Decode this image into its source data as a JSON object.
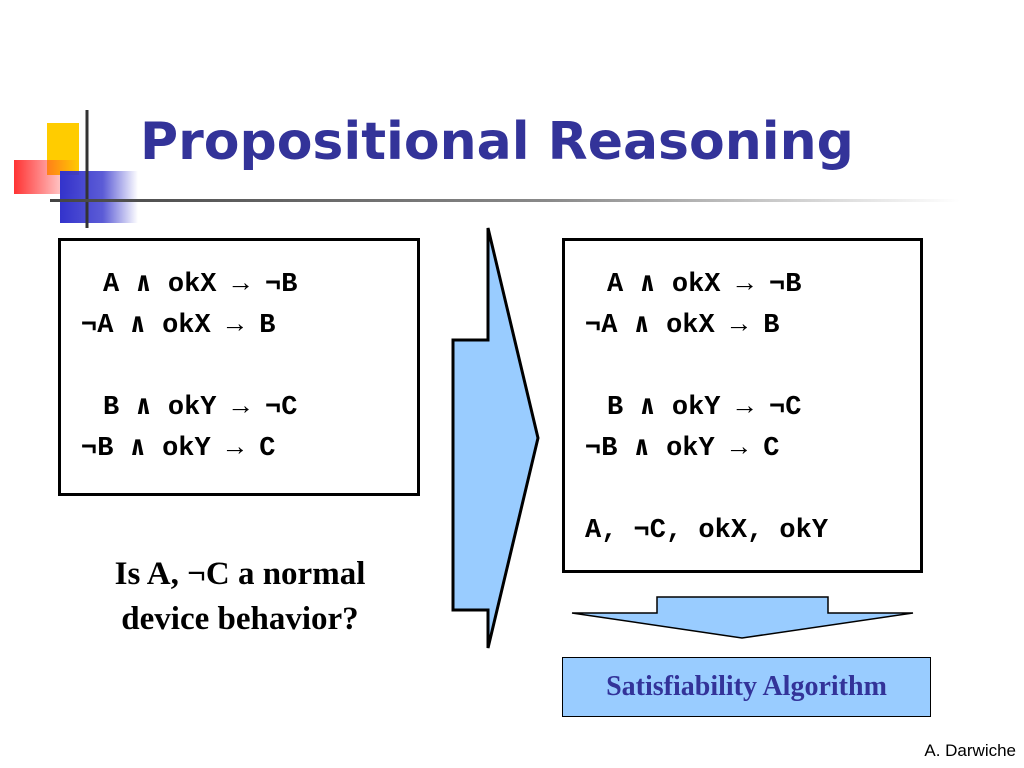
{
  "slide": {
    "title": "Propositional Reasoning",
    "left_rules": [
      "A ∧ okX → ¬B",
      "¬A ∧ okX → B",
      "B ∧ okY → ¬C",
      "¬B ∧ okY → C"
    ],
    "right_rules": [
      "A ∧ okX → ¬B",
      "¬A ∧ okX → B",
      "B ∧ okY → ¬C",
      "¬B ∧ okY → C"
    ],
    "observation": "A, ¬C, okX, okY",
    "question_line1": "Is A, ¬C a normal",
    "question_line2": "device behavior?",
    "algorithm_label": "Satisfiability Algorithm",
    "author": "A. Darwiche"
  },
  "colors": {
    "title": "#333399",
    "arrow_fill": "#99ccff",
    "algorithm_text": "#333399",
    "deco_yellow": "#ffcc00",
    "deco_blue": "#3333cc",
    "deco_red": "#ff3333"
  },
  "icons": {
    "corner_decoration": "overlapping-squares-icon",
    "big_arrow": "right-arrow-icon",
    "down_arrow": "down-arrow-icon"
  }
}
